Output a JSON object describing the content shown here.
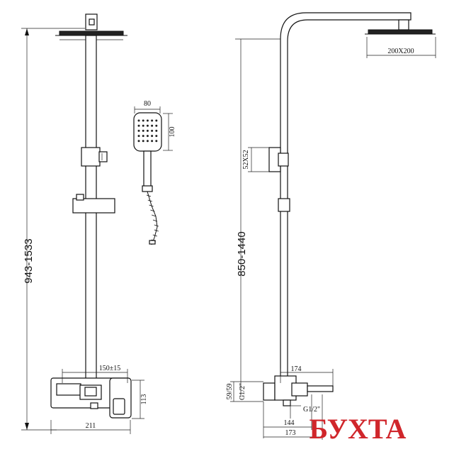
{
  "dimensions": {
    "left_height": "943-1533",
    "hand_width": "80",
    "hand_height": "100",
    "mixer_spacing": "150±15",
    "mixer_height": "113",
    "mixer_width": "211",
    "head_size": "200X200",
    "holder_size": "52X52",
    "right_height": "850-1440",
    "spout_length": "174",
    "outlet_size": "59/59",
    "inlet_thread": "G1/2\"",
    "outlet_thread": "G1/2\"",
    "base_width_a": "144",
    "base_width_b": "173"
  },
  "logo": {
    "text": "БУХТА"
  }
}
